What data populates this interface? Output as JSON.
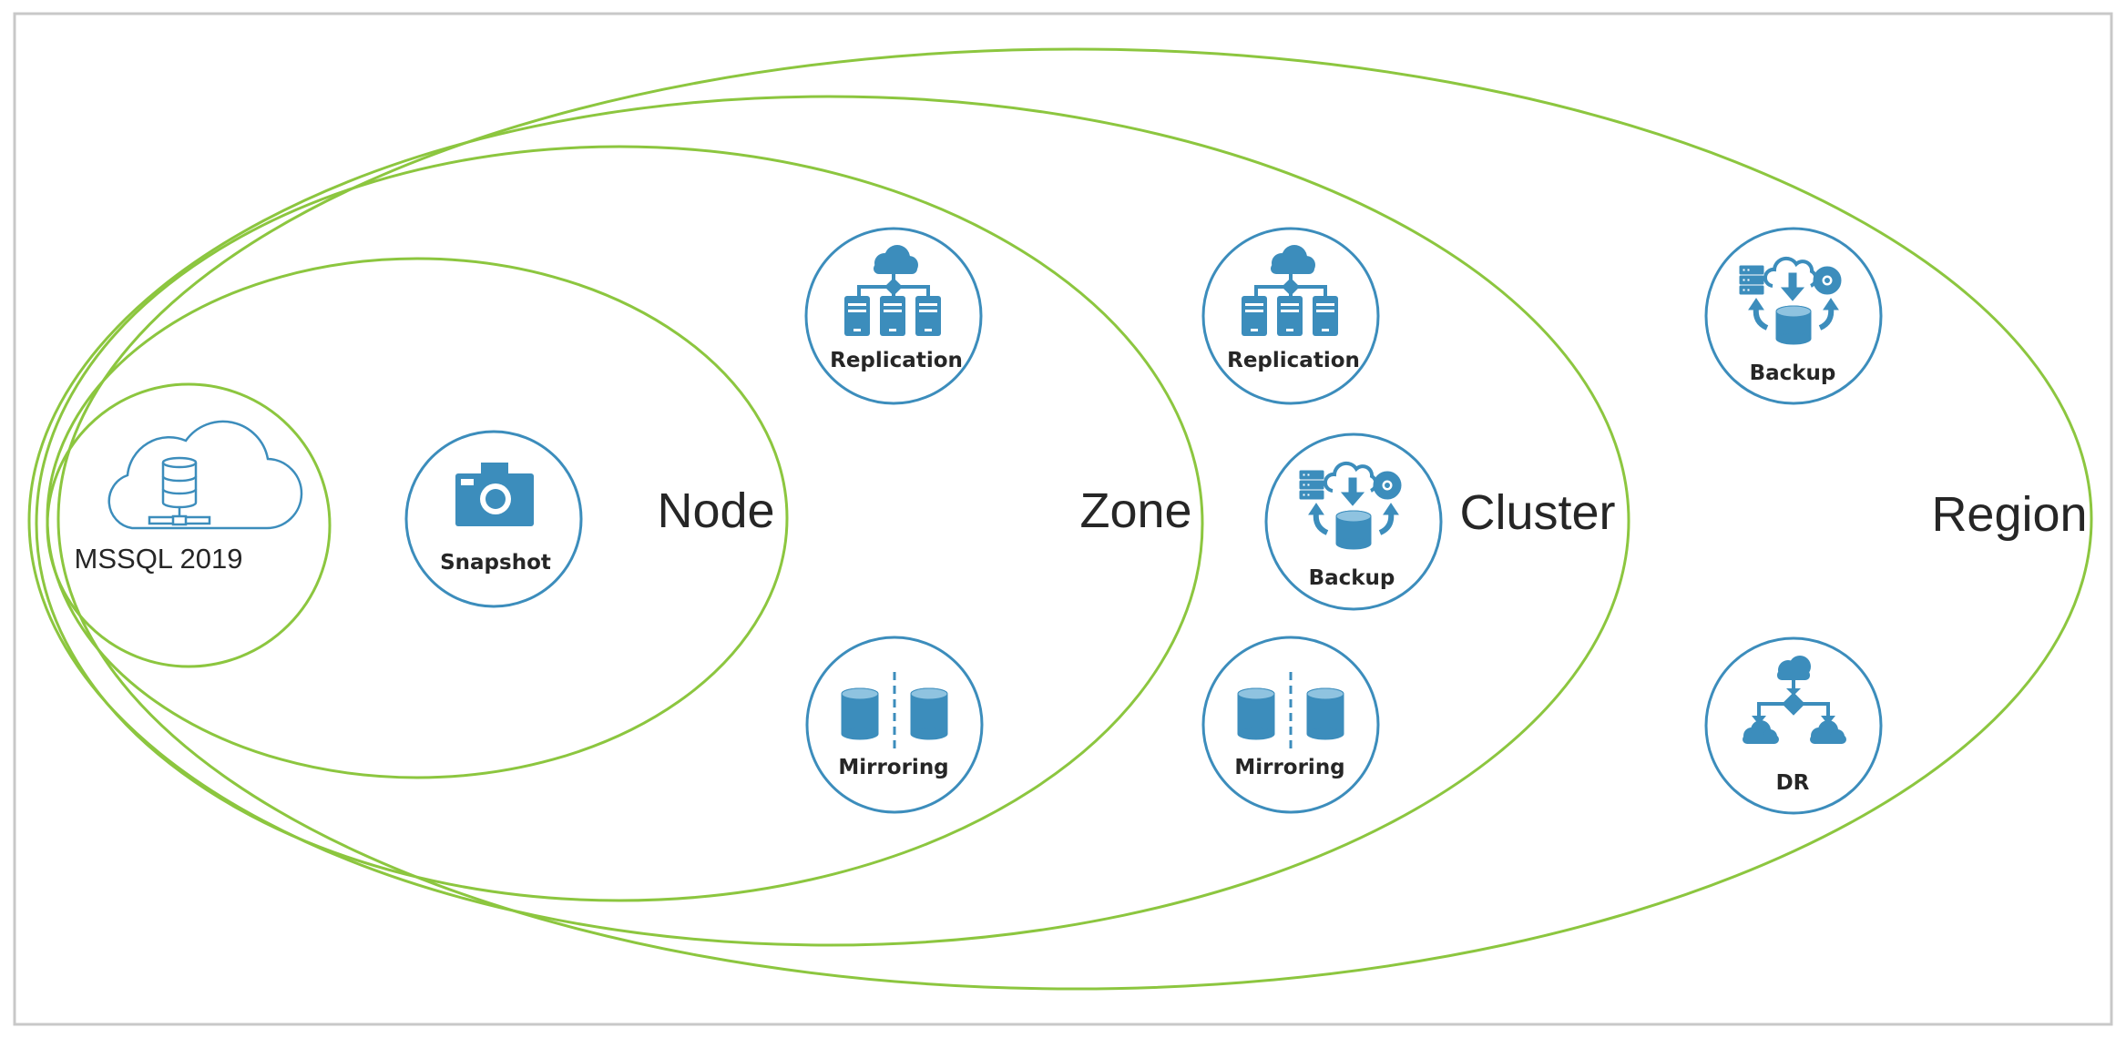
{
  "diagram": {
    "colors": {
      "scope_stroke": "#8cc63f",
      "badge_stroke": "#3c8dbc",
      "icon_fill": "#3c8dbc",
      "frame": "#c8c8c8",
      "text": "#262626"
    },
    "database": {
      "label": "MSSQL 2019",
      "icon": "cloud-database-icon"
    },
    "scopes": {
      "node": "Node",
      "zone": "Zone",
      "cluster": "Cluster",
      "region": "Region"
    },
    "badges": {
      "snapshot": {
        "label": "Snapshot",
        "icon": "camera-icon"
      },
      "zone_replication": {
        "label": "Replication",
        "icon": "cloud-servers-icon"
      },
      "zone_mirroring": {
        "label": "Mirroring",
        "icon": "mirrored-databases-icon"
      },
      "cluster_replication": {
        "label": "Replication",
        "icon": "cloud-servers-icon"
      },
      "cluster_backup": {
        "label": "Backup",
        "icon": "backup-cycle-icon"
      },
      "cluster_mirroring": {
        "label": "Mirroring",
        "icon": "mirrored-databases-icon"
      },
      "region_backup": {
        "label": "Backup",
        "icon": "backup-cycle-icon"
      },
      "region_dr": {
        "label": "DR",
        "icon": "cloud-failover-icon"
      }
    }
  }
}
